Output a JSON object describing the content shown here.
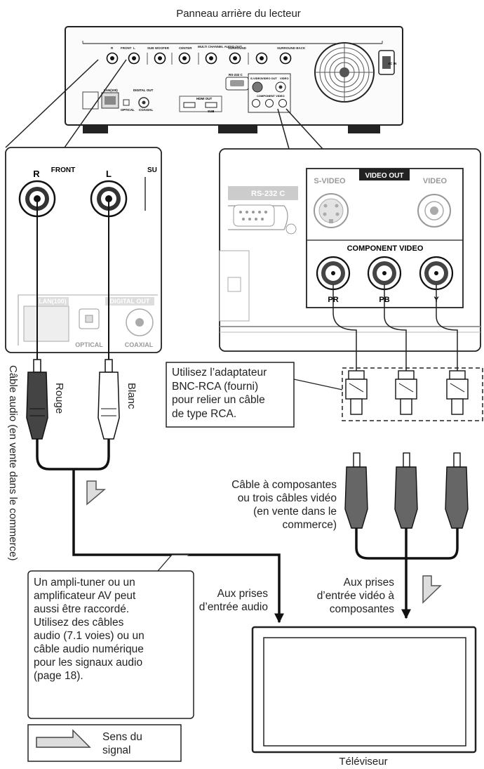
{
  "title": "Panneau arrière du lecteur",
  "player_panel": {
    "front": "FRONT",
    "sub": "SUB WOOFER",
    "center": "CENTER",
    "multi": "MULTI CHANNEL AUDIO OUT",
    "surround": "SURROUND",
    "surround_back": "SURROUND BACK",
    "rs232": "RS-232 C",
    "svideo": "S-VIDEO",
    "video_out": "VIDEO OUT",
    "video": "VIDEO",
    "component_video": "COMPONENT VIDEO",
    "lan": "LAN(100)",
    "digital_out": "DIGITAL OUT",
    "optical": "OPTICAL",
    "coaxial": "COAXIAL",
    "hdmi_out": "HDMI OUT",
    "hdmi_sub": "SUB",
    "ac_in": "AC IN",
    "r": "R",
    "l": "L"
  },
  "audio_zoom": {
    "front": "FRONT",
    "r": "R",
    "l": "L",
    "su": "SU",
    "lan": "LAN(100)",
    "digital_out": "DIGITAL OUT",
    "optical": "OPTICAL",
    "coaxial": "COAXIAL"
  },
  "video_zoom": {
    "rs232": "RS-232 C",
    "svideo": "S-VIDEO",
    "video_out": "VIDEO OUT",
    "video": "VIDEO",
    "component_video": "COMPONENT VIDEO",
    "pr": "PR",
    "pb": "PB",
    "y": "Y"
  },
  "labels": {
    "rouge": "Rouge",
    "blanc": "Blanc",
    "audio_cable": "Câble audio (en vente dans le commerce)",
    "adapter_note": [
      "Utilisez l’adaptateur",
      "BNC-RCA (fourni)",
      "pour relier un câble",
      "de type RCA."
    ],
    "component_cable": [
      "Câble à composantes",
      "ou trois câbles vidéo",
      "(en vente dans le",
      "commerce)"
    ],
    "audio_input": [
      "Aux prises",
      "d’entrée audio"
    ],
    "video_input": [
      "Aux prises",
      "d’entrée vidéo à",
      "composantes"
    ],
    "amp_note": [
      "Un ampli-tuner ou un",
      "amplificateur AV peut",
      "aussi être raccordé.",
      "Utilisez des câbles",
      "audio (7.1 voies) ou un",
      "câble audio numérique",
      "pour les signaux audio",
      "(page 18)."
    ],
    "signal_legend": [
      "Sens du",
      "signal"
    ],
    "tv": "Téléviseur"
  }
}
